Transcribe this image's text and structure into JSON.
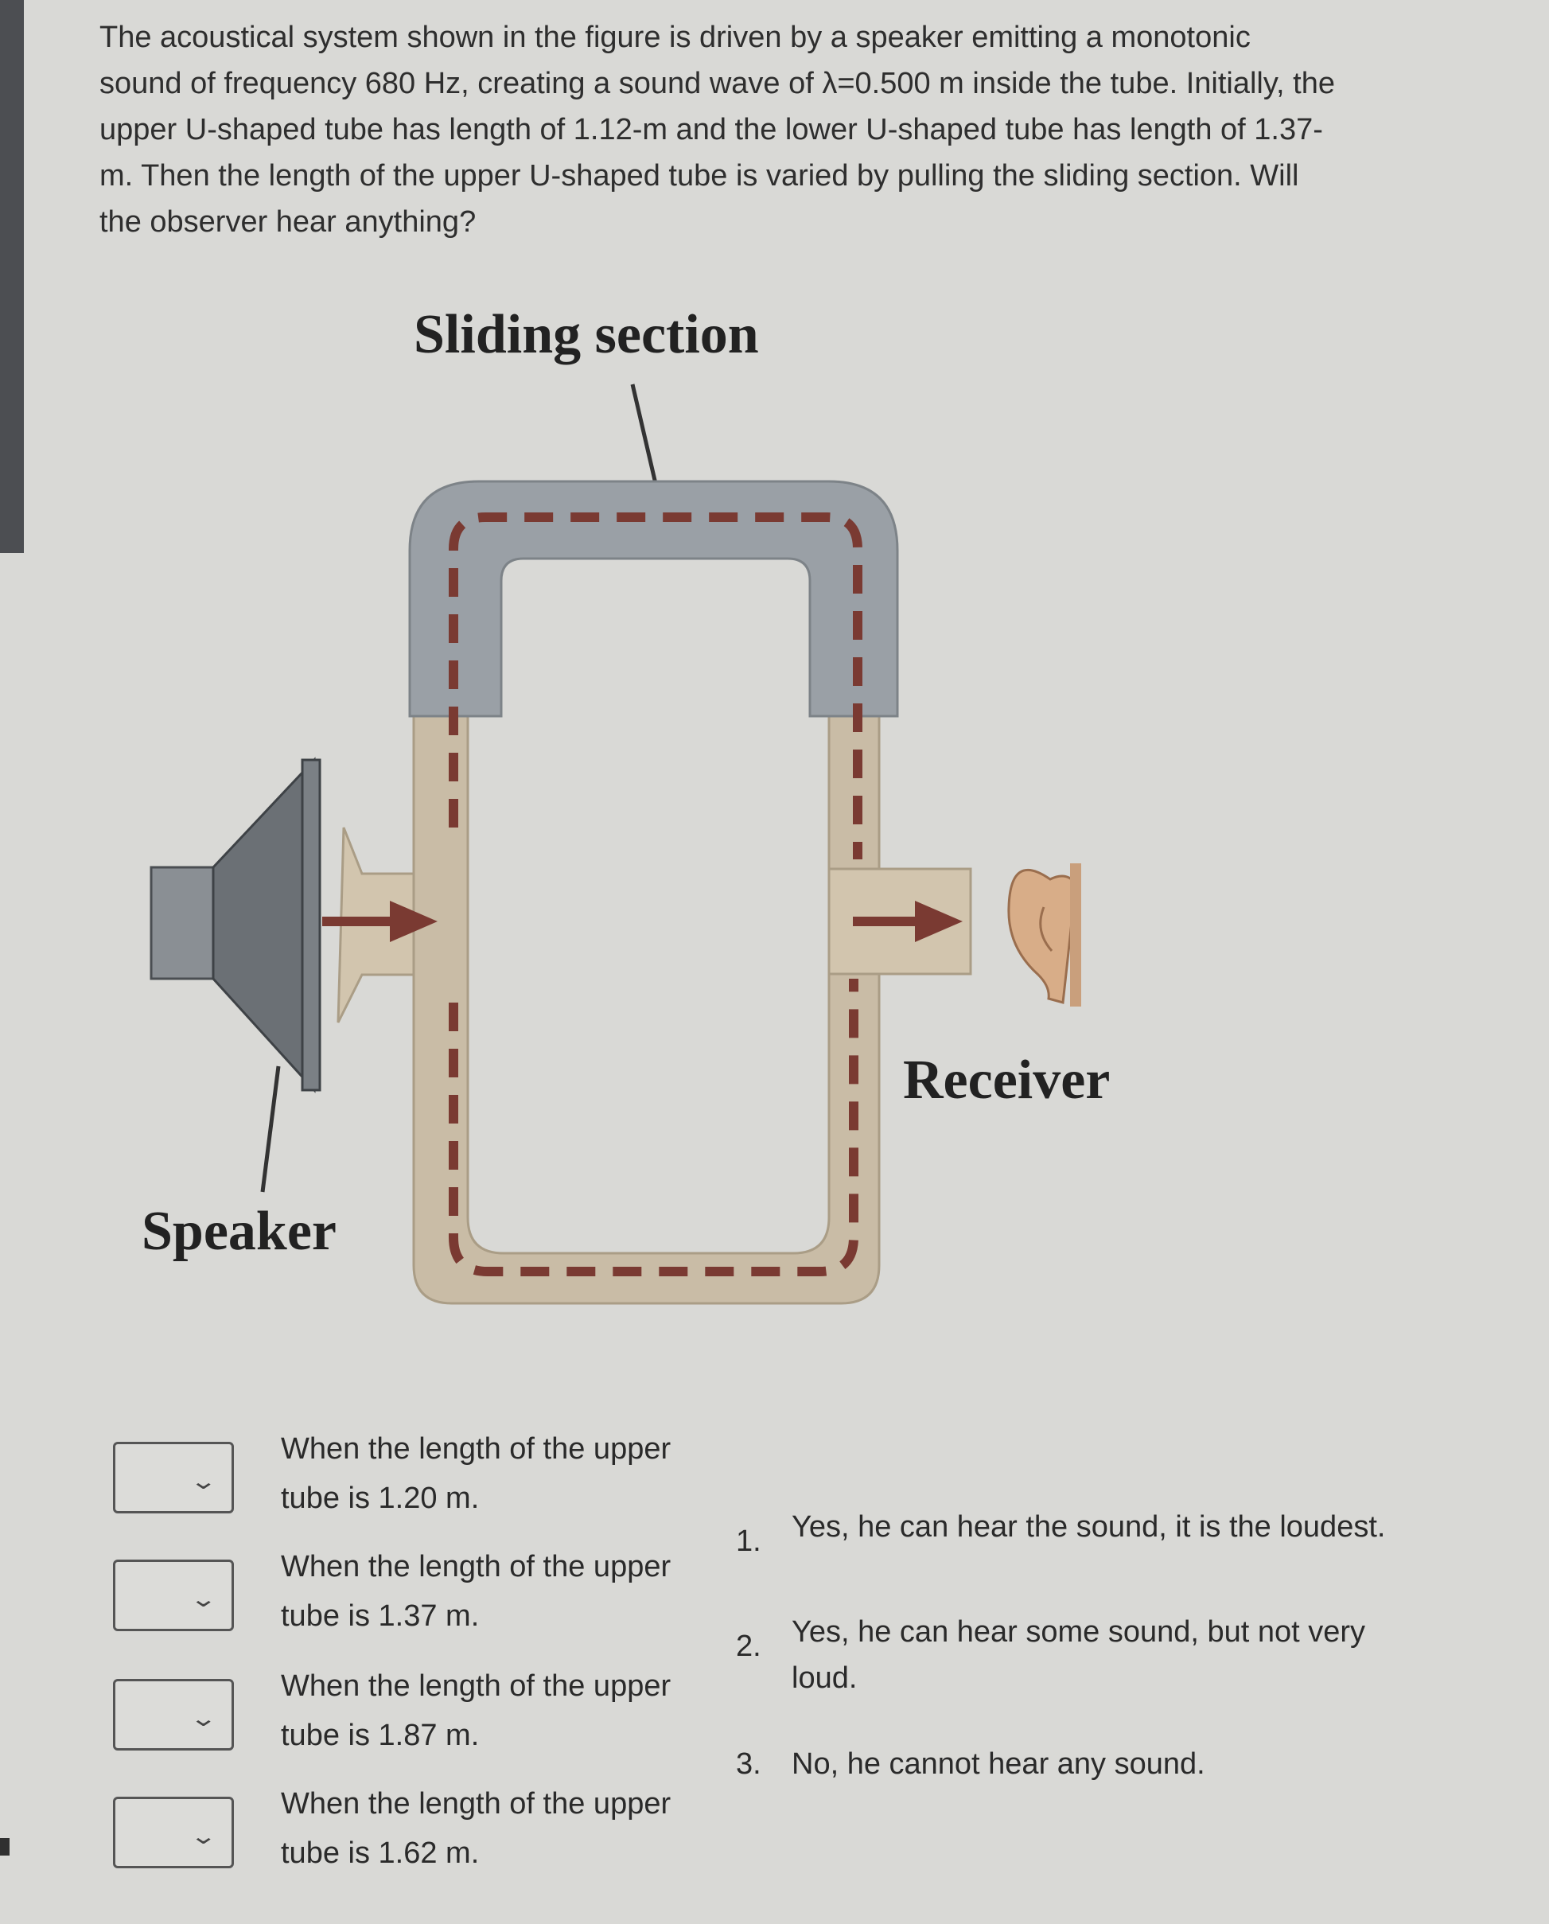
{
  "question": {
    "text": "The acoustical system shown in the figure is driven by a speaker emitting a monotonic sound of frequency 680 Hz, creating a sound wave of λ=0.500 m inside the tube. Initially, the upper U-shaped tube has length of 1.12-m and the lower U-shaped tube has length of 1.37-m. Then the length of the upper U-shaped tube is varied by pulling the sliding section. Will the observer hear anything?"
  },
  "figure": {
    "sliding_label": "Sliding section",
    "receiver_label": "Receiver",
    "speaker_label": "Speaker",
    "colors": {
      "sliding_tube": "#9aa0a6",
      "fixed_tube": "#c9bca6",
      "wave_dash": "#7a3a32",
      "speaker": "#6b7075",
      "ear": "#d8ad88"
    }
  },
  "matching": {
    "prompts": [
      {
        "text": "When the length of the upper tube is 1.20 m.",
        "selected": ""
      },
      {
        "text": "When the length of the upper tube is 1.37 m.",
        "selected": ""
      },
      {
        "text": "When the length of the upper tube is 1.87 m.",
        "selected": ""
      },
      {
        "text": "When the length of the upper tube is 1.62 m.",
        "selected": ""
      }
    ],
    "options": [
      {
        "num": "1.",
        "text": "Yes, he can hear the sound, it is the loudest."
      },
      {
        "num": "2.",
        "text": "Yes, he can hear some sound, but not very loud."
      },
      {
        "num": "3.",
        "text": "No, he cannot hear any sound."
      }
    ],
    "chevron_icon": "chevron-down-icon"
  }
}
